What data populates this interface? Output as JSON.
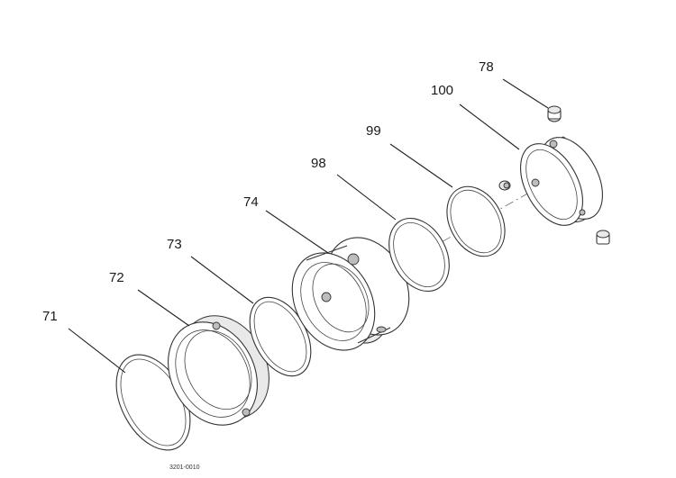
{
  "callouts": {
    "c71": "71",
    "c72": "72",
    "c73": "73",
    "c74": "74",
    "c98": "98",
    "c99": "99",
    "c100": "100",
    "c78": "78"
  },
  "drawing_number": "3201-0010"
}
